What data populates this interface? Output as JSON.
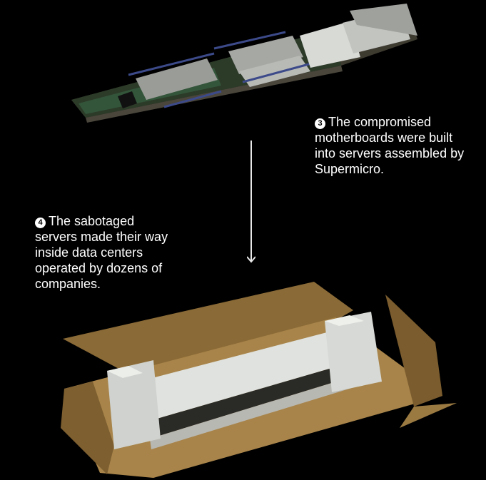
{
  "steps": [
    {
      "number": "3",
      "text": "The compromised motherboards were built into servers assembled by Supermicro."
    },
    {
      "number": "4",
      "text": "The sabotaged servers made their way inside data centers operated by dozens of companies."
    }
  ],
  "illustrations": {
    "top": "server-motherboard-render",
    "bottom": "server-in-shipping-box-render"
  },
  "colors": {
    "background": "#000000",
    "text": "#ffffff",
    "cardboard": "#a8844a",
    "foam": "#e4e6e2"
  }
}
